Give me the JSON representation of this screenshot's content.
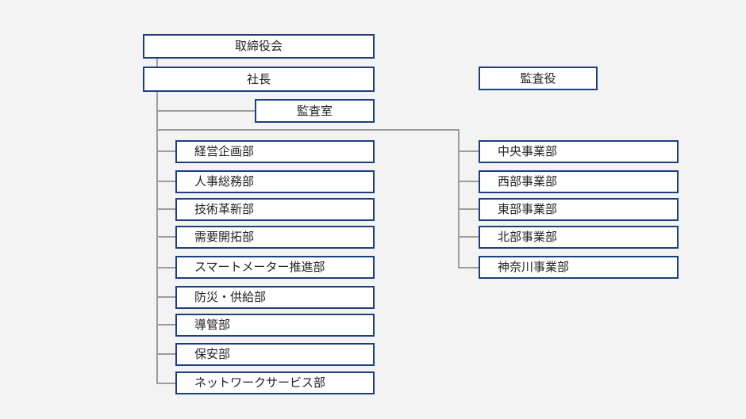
{
  "top": {
    "board": "取締役会",
    "president": "社長",
    "auditor": "監査役",
    "audit_office": "監査室"
  },
  "departments": [
    "経営企画部",
    "人事総務部",
    "技術革新部",
    "需要開拓部",
    "スマートメーター推進部",
    "防災・供給部",
    "導管部",
    "保安部",
    "ネットワークサービス部"
  ],
  "divisions": [
    "中央事業部",
    "西部事業部",
    "東部事業部",
    "北部事業部",
    "神奈川事業部"
  ],
  "colors": {
    "border": "#1c3f7e",
    "connector": "#9d9d9d",
    "background": "#f3f3f4"
  }
}
